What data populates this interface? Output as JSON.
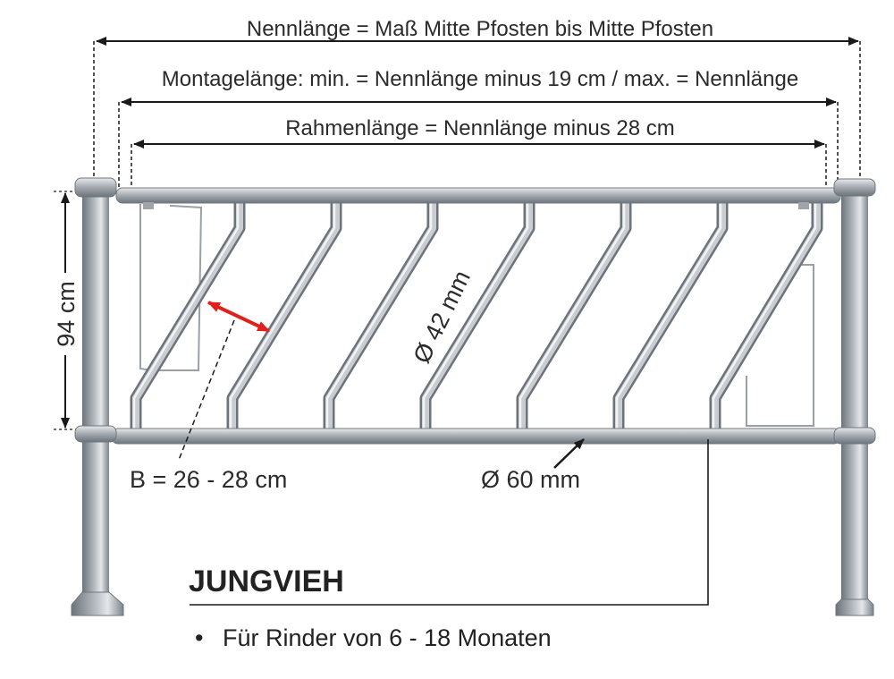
{
  "dimensions": {
    "nennlaenge": "Nennlänge = Maß Mitte Pfosten bis Mitte Pfosten",
    "montagelaenge": "Montagelänge: min. = Nennlänge minus 19 cm / max. = Nennlänge",
    "rahmenlaenge": "Rahmenlänge = Nennlänge minus 28 cm",
    "height": "94 cm",
    "bar_diameter": "Ø 42 mm",
    "spacing": "B = 26 - 28 cm",
    "tube_diameter": "Ø 60 mm"
  },
  "product": {
    "title": "JUNGVIEH",
    "bullets": [
      "Für Rinder von 6 - 18 Monaten"
    ]
  },
  "colors": {
    "pipe": "#a7adb3",
    "pipe_dark": "#6f767d",
    "pipe_light": "#e3e6e9",
    "arrow_red": "#e0201b",
    "line": "#1a1a1a"
  }
}
